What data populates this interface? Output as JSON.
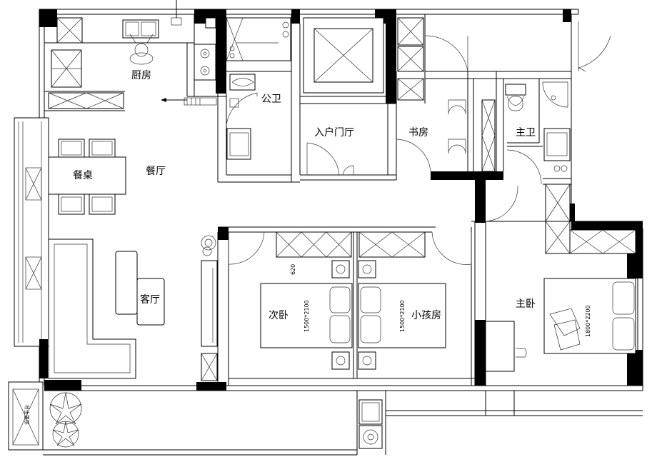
{
  "rooms": {
    "kitchen": "厨房",
    "public_bath": "公卫",
    "entrance_hall": "入户门厅",
    "study": "书房",
    "master_bath": "主卫",
    "dining_room": "餐厅",
    "dining_table": "餐桌",
    "living_room": "客厅",
    "second_bedroom": "次卧",
    "child_room": "小孩房",
    "master_bedroom": "主卧",
    "equipment_platform": "设备平台"
  },
  "dimensions": {
    "wardrobe_depth": "620",
    "second_bed": "1500*2100",
    "child_bed": "1500*2100",
    "master_bed": "1800*2200"
  }
}
